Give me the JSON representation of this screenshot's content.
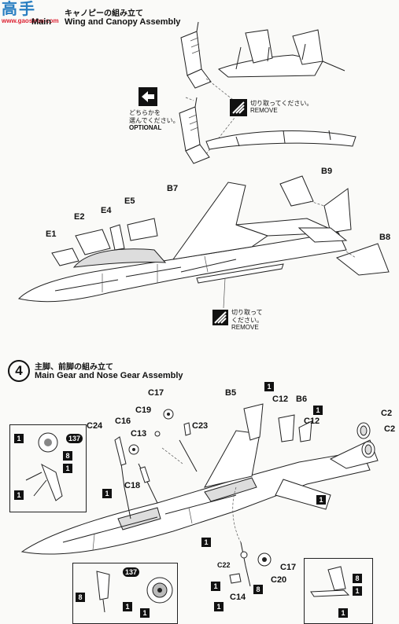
{
  "watermark": {
    "line1": "高手",
    "line2": "www.gaoshou.com"
  },
  "step3": {
    "title_jp": "キャノピーの組み立て",
    "title_en_prefix": "Main",
    "title_en": "Wing and Canopy Assembly",
    "option_jp1": "どちらかを",
    "option_jp2": "選んでください。",
    "option_en": "OPTIONAL",
    "remove1_jp": "切り取ってください。",
    "remove1_en": "REMOVE",
    "remove2_jp1": "切り取って",
    "remove2_jp2": "ください。",
    "remove2_en": "REMOVE",
    "parts": {
      "e1": "E1",
      "e2": "E2",
      "e4": "E4",
      "e5": "E5",
      "b7": "B7",
      "b9": "B9",
      "b8": "B8"
    }
  },
  "step4": {
    "number": "4",
    "title_jp": "主脚、前脚の組み立て",
    "title_en": "Main Gear and Nose Gear Assembly",
    "parts": {
      "c17a": "C17",
      "c19": "C19",
      "c13": "C13",
      "c23": "C23",
      "c24": "C24",
      "c16": "C16",
      "c18": "C18",
      "b5": "B5",
      "c12a": "C12",
      "b6": "B6",
      "c12b": "C12",
      "c2a": "C2",
      "c2b": "C2",
      "c22": "C22",
      "c17b": "C17",
      "c20": "C20",
      "c14": "C14"
    },
    "boxes": {
      "one": "1",
      "eight": "8",
      "decal": "137"
    }
  }
}
